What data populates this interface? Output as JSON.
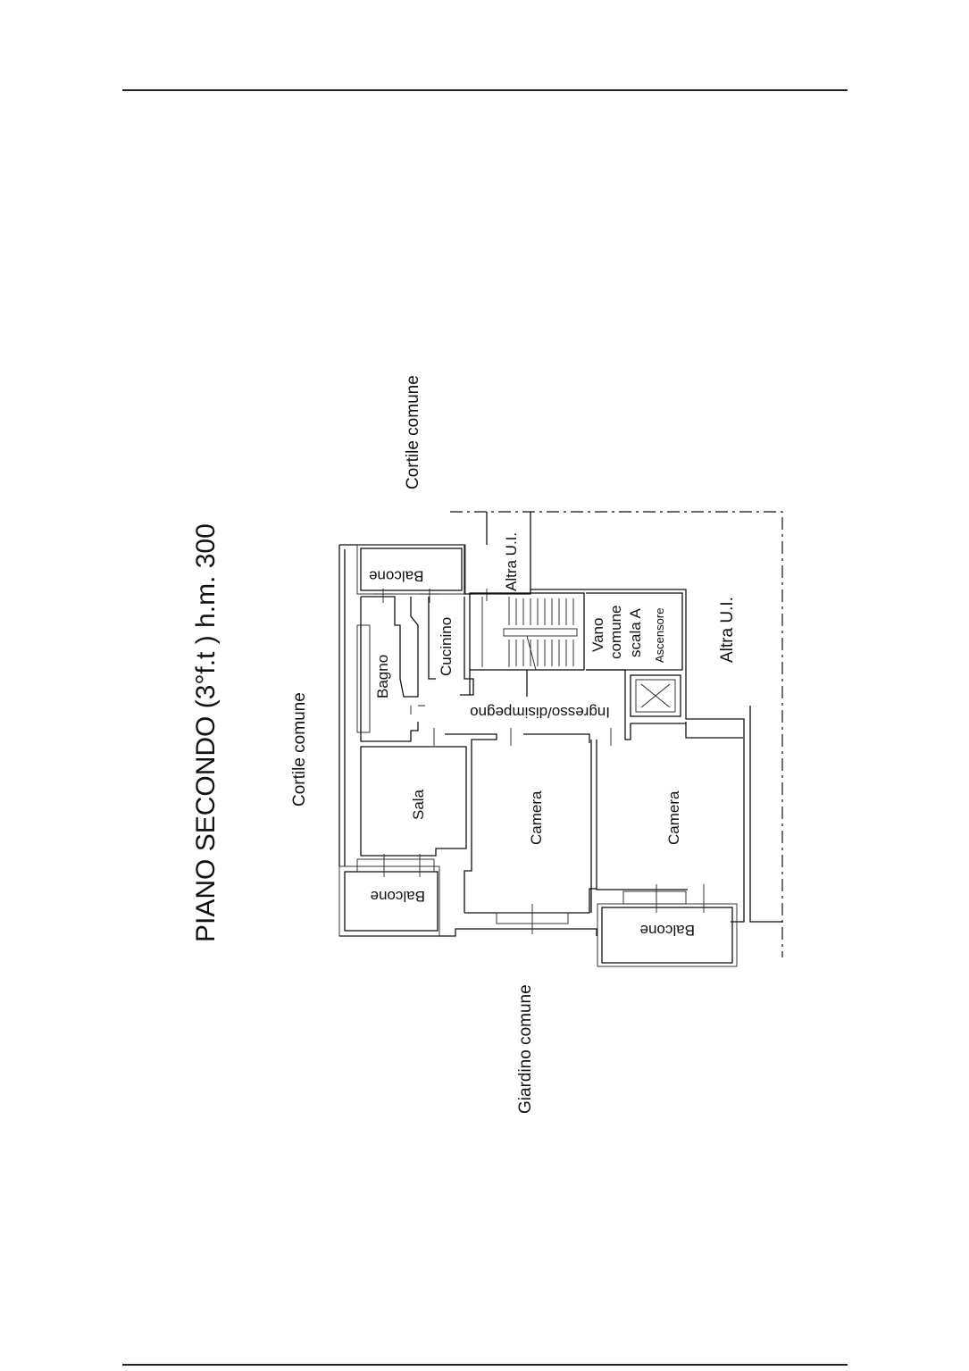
{
  "title": "PIANO  SECONDO  (3°f.t )  h.m. 300",
  "labels": {
    "cortile_top": "Cortile comune",
    "cortile_left": "Cortile comune",
    "giardino": "Giardino comune",
    "altra_ui_1": "Altra U.I.",
    "altra_ui_2": "Altra U.I."
  },
  "rooms": {
    "balcone_top": "Balcone",
    "balcone_left": "Balcone",
    "balcone_bottom": "Balcone",
    "bagno": "Bagno",
    "cucinino": "Cucinino",
    "ingresso": "Ingresso/disimpegno",
    "sala": "Sala",
    "camera_1": "Camera",
    "camera_2": "Camera",
    "vano_1": "Vano",
    "vano_2": "comune",
    "vano_3": "scala A",
    "ascensore": "Ascensore"
  },
  "colors": {
    "line": "#111111",
    "background": "#ffffff"
  }
}
